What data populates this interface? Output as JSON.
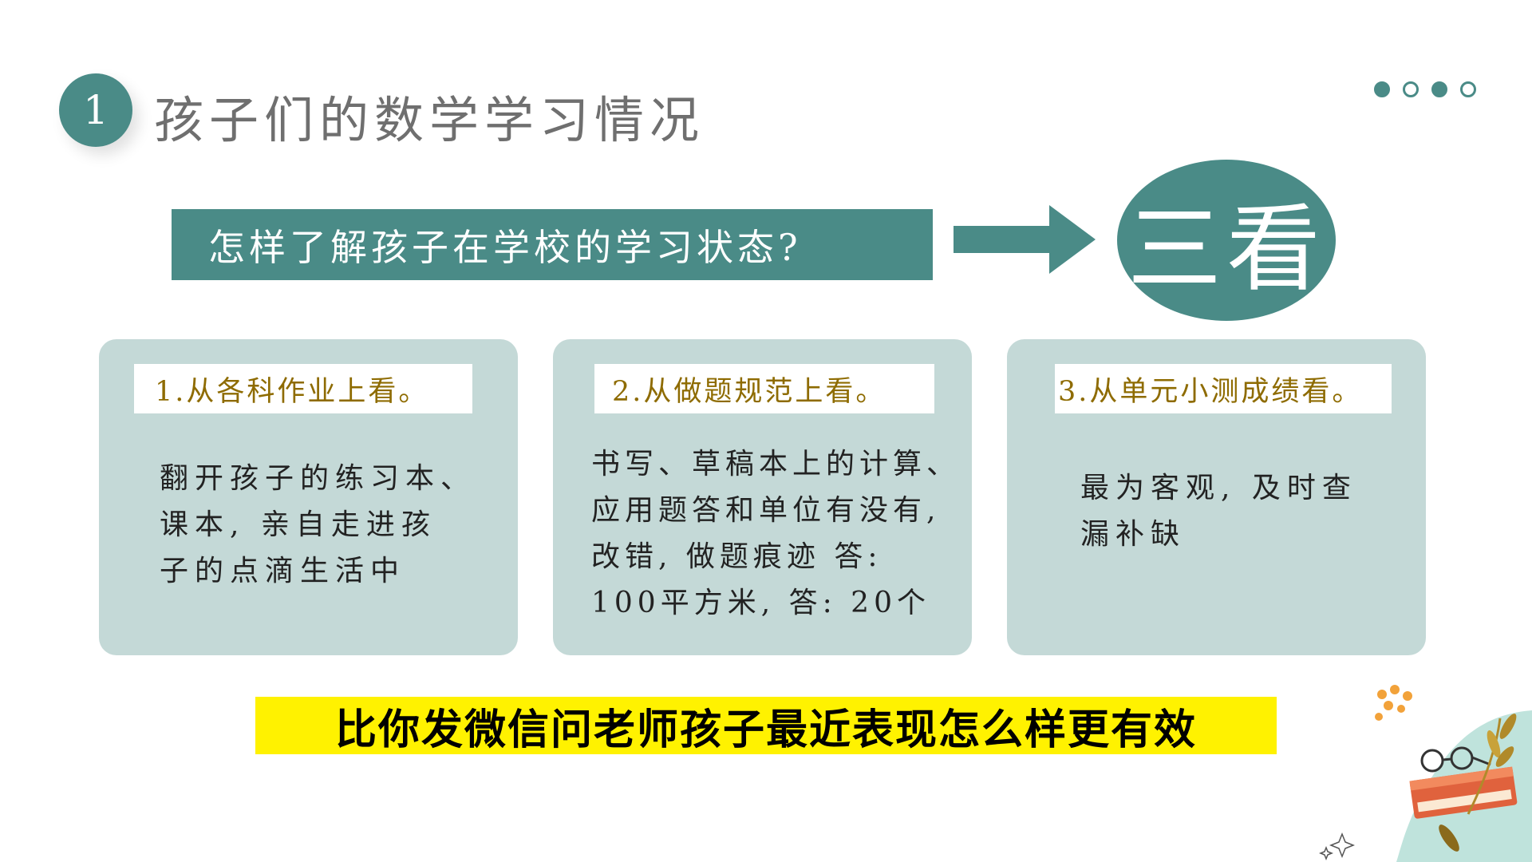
{
  "header": {
    "section_number": "1",
    "title": "孩子们的数学学习情况",
    "pagination_dots": [
      {
        "filled": true
      },
      {
        "filled": false
      },
      {
        "filled": true
      },
      {
        "filled": false
      }
    ]
  },
  "question": {
    "text": "怎样了解孩子在学校的学习状态?",
    "answer": "三看"
  },
  "cards": [
    {
      "title": "1.从各科作业上看。",
      "lines": [
        "翻开孩子的练习本、",
        "课本, 亲自走进孩",
        "子的点滴生活中"
      ]
    },
    {
      "title": "2.从做题规范上看。",
      "lines": [
        "书写、草稿本上的计算、",
        "应用题答和单位有没有,",
        "改错, 做题痕迹 答:",
        "100平方米, 答: 20个"
      ]
    },
    {
      "title": "3.从单元小测成绩看。",
      "lines": [
        "最为客观, 及时查",
        "漏补缺"
      ]
    }
  ],
  "conclusion": "比你发微信问老师孩子最近表现怎么样更有效",
  "colors": {
    "teal": "#4a8b87",
    "card_bg": "#c4d9d7",
    "card_title_text": "#8e6b00",
    "highlight": "#fff200",
    "title_text": "#6f6f6f"
  },
  "icons": [
    "arrow-right-icon",
    "book-with-glasses-illustration",
    "sparkle-icon"
  ]
}
